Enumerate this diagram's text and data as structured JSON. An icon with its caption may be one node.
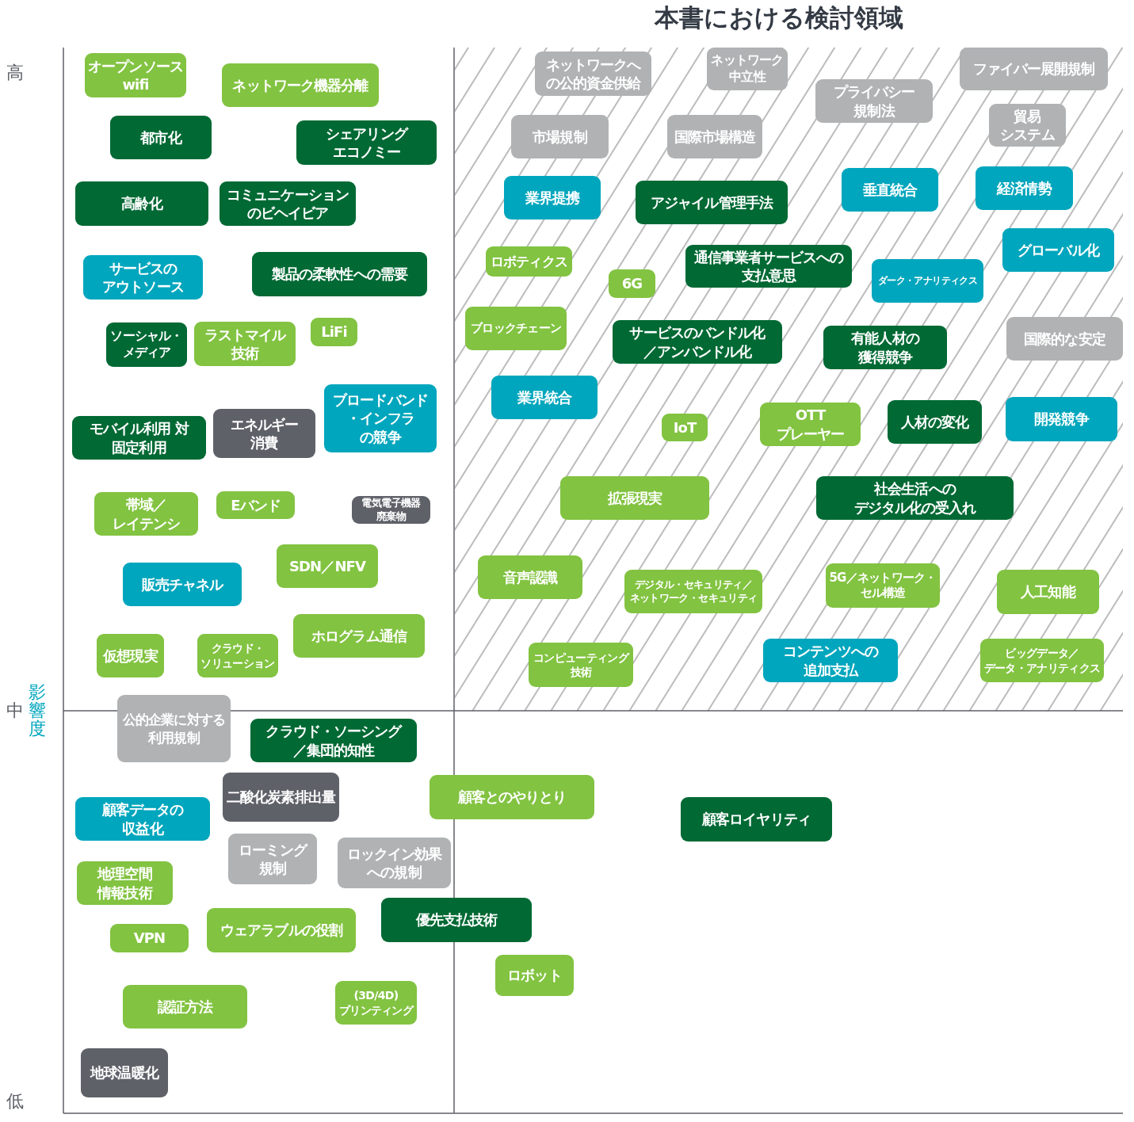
{
  "diagram": {
    "title": "本書における検討領域",
    "nodes": [
      {
        "text": [
          "オープンソースwifi"
        ]
      },
      {
        "text": [
          "ネットワーク機器分離"
        ]
      },
      {
        "text": [
          "都市化"
        ]
      },
      {
        "text": [
          "シェアリングエコノミー"
        ]
      },
      {
        "text": [
          "高齢化"
        ]
      },
      {
        "text": [
          "コミュニケーションのビヘイビア"
        ]
      },
      {
        "text": [
          "サービスのアウトソース"
        ]
      },
      {
        "text": [
          "製品の柔軟性への需要"
        ]
      },
      {
        "text": [
          "ソーシャル・メディア"
        ]
      },
      {
        "text": [
          "ラストマイル技術"
        ]
      },
      {
        "text": [
          "LiFi"
        ]
      },
      {
        "text": [
          "ブロードバンド・インフラの競争"
        ]
      },
      {
        "text": [
          "モバイル利用 対固定利用"
        ]
      },
      {
        "text": [
          "エネルギー消費"
        ]
      },
      {
        "text": [
          "帯域／レイテンシ"
        ]
      },
      {
        "text": [
          "Eバンド"
        ]
      },
      {
        "text": [
          "電気電子機器廃棄物"
        ]
      },
      {
        "text": [
          "販売チャネル"
        ]
      },
      {
        "text": [
          "SDN／NFV"
        ]
      },
      {
        "text": [
          "仮想現実"
        ]
      },
      {
        "text": [
          "クラウド・ソリューション"
        ]
      },
      {
        "text": [
          "ホログラム通信"
        ]
      },
      {
        "text": [
          "公的企業に対する利用規制"
        ]
      },
      {
        "text": [
          "クラウド・ソーシング／集団的知性"
        ]
      },
      {
        "text": [
          "二酸化炭素排出量"
        ]
      },
      {
        "text": [
          "顧客データの収益化"
        ]
      },
      {
        "text": [
          "ローミング規制"
        ]
      },
      {
        "text": [
          "ロックイン効果への規制"
        ]
      },
      {
        "text": [
          "地理空間情報技術"
        ]
      },
      {
        "text": [
          "VPN"
        ]
      },
      {
        "text": [
          "ウェアラブルの役割"
        ]
      },
      {
        "text": [
          "認証方法"
        ]
      },
      {
        "text": [
          "(3D/4D)プリンティング"
        ]
      },
      {
        "text": [
          "地球温暖化"
        ]
      },
      {
        "text": [
          "ネットワークへの公的資金供給"
        ]
      },
      {
        "text": [
          "ネットワーク中立性"
        ]
      },
      {
        "text": [
          "ファイバー展開規制"
        ]
      },
      {
        "text": [
          "プライバシー規制法"
        ]
      },
      {
        "text": [
          "貿易システム"
        ]
      },
      {
        "text": [
          "市場規制"
        ]
      },
      {
        "text": [
          "国際市場構造"
        ]
      },
      {
        "text": [
          "業界提携"
        ]
      },
      {
        "text": [
          "アジャイル管理手法"
        ]
      },
      {
        "text": [
          "垂直統合"
        ]
      },
      {
        "text": [
          "経済情勢"
        ]
      },
      {
        "text": [
          "ロボティクス"
        ]
      },
      {
        "text": [
          "6G"
        ]
      },
      {
        "text": [
          "通信事業者サービスへの支払意思"
        ]
      },
      {
        "text": [
          "グローバル化"
        ]
      },
      {
        "text": [
          "ダーク・アナリティクス"
        ]
      },
      {
        "text": [
          "ブロックチェーン"
        ]
      },
      {
        "text": [
          "サービスのバンドル化／アンバンドル化"
        ]
      },
      {
        "text": [
          "有能人材の獲得競争"
        ]
      },
      {
        "text": [
          "国際的な安定"
        ]
      },
      {
        "text": [
          "業界統合"
        ]
      },
      {
        "text": [
          "IoT"
        ]
      },
      {
        "text": [
          "OTTプレーヤー"
        ]
      },
      {
        "text": [
          "人材の変化"
        ]
      },
      {
        "text": [
          "開発競争"
        ]
      },
      {
        "text": [
          "拡張現実"
        ]
      },
      {
        "text": [
          "社会生活へのデジタル化の受入れ"
        ]
      },
      {
        "text": [
          "音声認識"
        ]
      },
      {
        "text": [
          "デジタル・セキュリティ／ネットワーク・セキュリティ"
        ]
      },
      {
        "text": [
          "5G／ネットワーク・セル構造"
        ]
      },
      {
        "text": [
          "人工知能"
        ]
      },
      {
        "text": [
          "コンピューティング技術"
        ]
      },
      {
        "text": [
          "コンテンツへの追加支払"
        ]
      },
      {
        "text": [
          "ビッグデータ／データ・アナリティクス"
        ]
      },
      {
        "text": [
          "顧客とのやりとり"
        ]
      },
      {
        "text": [
          "優先支払技術"
        ]
      },
      {
        "text": [
          "顧客ロイヤリティ"
        ]
      },
      {
        "text": [
          "ロボット"
        ]
      }
    ],
    "edges": [],
    "labels": [
      "高",
      "影響度",
      "中",
      "低"
    ]
  }
}
